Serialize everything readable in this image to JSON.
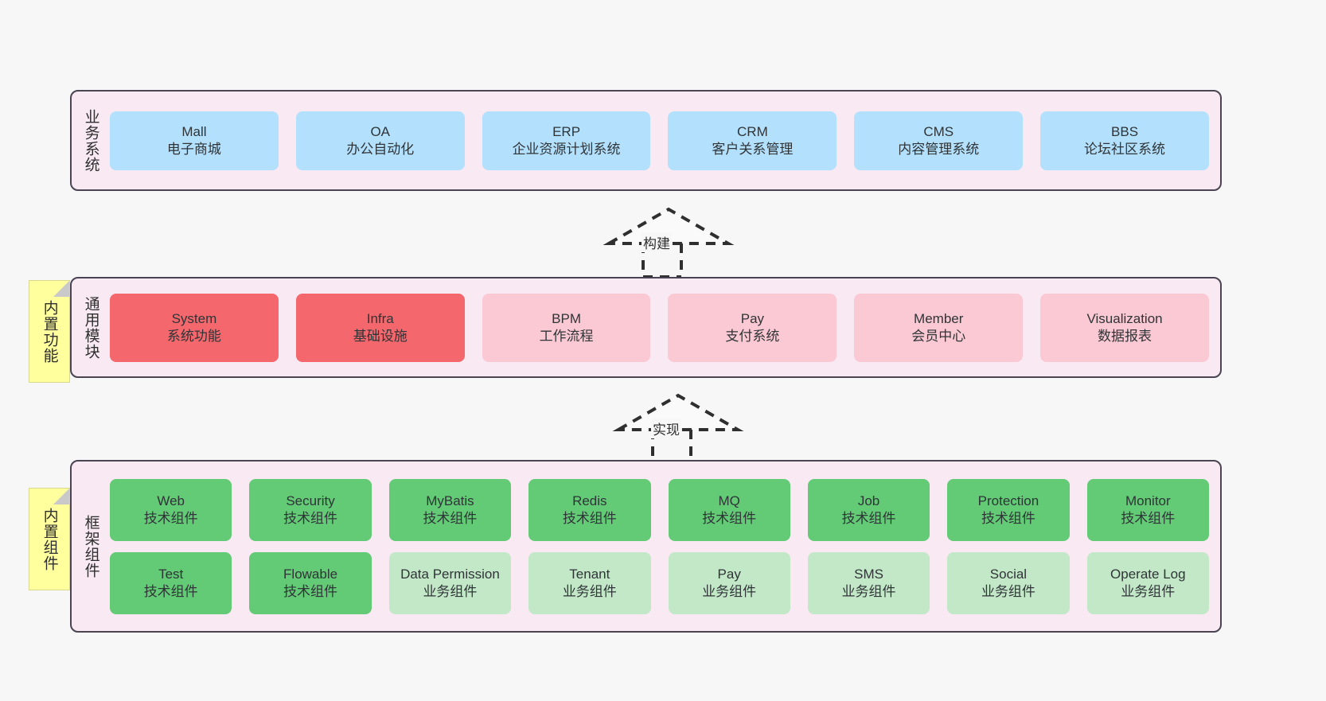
{
  "diagram": {
    "background_color": "#f7f7f7",
    "panel_color": "#f8e9f3",
    "panel_border_color": "#4a4453",
    "note_color": "#ffff9e"
  },
  "layers": [
    {
      "id": "business-systems",
      "title": "业务系统",
      "note": null,
      "rows": [
        {
          "id": "business-row",
          "boxes": [
            {
              "name": "Mall",
              "desc": "电子商城",
              "color": "#b3e0fc"
            },
            {
              "name": "OA",
              "desc": "办公自动化",
              "color": "#b3e0fc"
            },
            {
              "name": "ERP",
              "desc": "企业资源计划系统",
              "color": "#b3e0fc"
            },
            {
              "name": "CRM",
              "desc": "客户关系管理",
              "color": "#b3e0fc"
            },
            {
              "name": "CMS",
              "desc": "内容管理系统",
              "color": "#b3e0fc"
            },
            {
              "name": "BBS",
              "desc": "论坛社区系统",
              "color": "#b3e0fc"
            }
          ]
        }
      ]
    },
    {
      "id": "common-modules",
      "title": "通用模块",
      "note": "内置功能",
      "rows": [
        {
          "id": "module-row",
          "boxes": [
            {
              "name": "System",
              "desc": "系统功能",
              "color": "#f4676c"
            },
            {
              "name": "Infra",
              "desc": "基础设施",
              "color": "#f4676c"
            },
            {
              "name": "BPM",
              "desc": "工作流程",
              "color": "#fbc9d3"
            },
            {
              "name": "Pay",
              "desc": "支付系统",
              "color": "#fbc9d3"
            },
            {
              "name": "Member",
              "desc": "会员中心",
              "color": "#fbc9d3"
            },
            {
              "name": "Visualization",
              "desc": "数据报表",
              "color": "#fbc9d3"
            }
          ]
        }
      ]
    },
    {
      "id": "framework-components",
      "title": "框架组件",
      "note": "内置组件",
      "rows": [
        {
          "id": "framework-row-1",
          "boxes": [
            {
              "name": "Web",
              "desc": "技术组件",
              "color": "#63ca76"
            },
            {
              "name": "Security",
              "desc": "技术组件",
              "color": "#63ca76"
            },
            {
              "name": "MyBatis",
              "desc": "技术组件",
              "color": "#63ca76"
            },
            {
              "name": "Redis",
              "desc": "技术组件",
              "color": "#63ca76"
            },
            {
              "name": "MQ",
              "desc": "技术组件",
              "color": "#63ca76"
            },
            {
              "name": "Job",
              "desc": "技术组件",
              "color": "#63ca76"
            },
            {
              "name": "Protection",
              "desc": "技术组件",
              "color": "#63ca76"
            },
            {
              "name": "Monitor",
              "desc": "技术组件",
              "color": "#63ca76"
            }
          ]
        },
        {
          "id": "framework-row-2",
          "boxes": [
            {
              "name": "Test",
              "desc": "技术组件",
              "color": "#63ca76"
            },
            {
              "name": "Flowable",
              "desc": "技术组件",
              "color": "#63ca76"
            },
            {
              "name": "Data Permission",
              "desc": "业务组件",
              "color": "#c3e8c8"
            },
            {
              "name": "Tenant",
              "desc": "业务组件",
              "color": "#c3e8c8"
            },
            {
              "name": "Pay",
              "desc": "业务组件",
              "color": "#c3e8c8"
            },
            {
              "name": "SMS",
              "desc": "业务组件",
              "color": "#c3e8c8"
            },
            {
              "name": "Social",
              "desc": "业务组件",
              "color": "#c3e8c8"
            },
            {
              "name": "Operate Log",
              "desc": "业务组件",
              "color": "#c3e8c8"
            }
          ]
        }
      ]
    }
  ],
  "connectors": [
    {
      "id": "build-connector",
      "label": "构建"
    },
    {
      "id": "implement-connector",
      "label": "实现"
    }
  ]
}
